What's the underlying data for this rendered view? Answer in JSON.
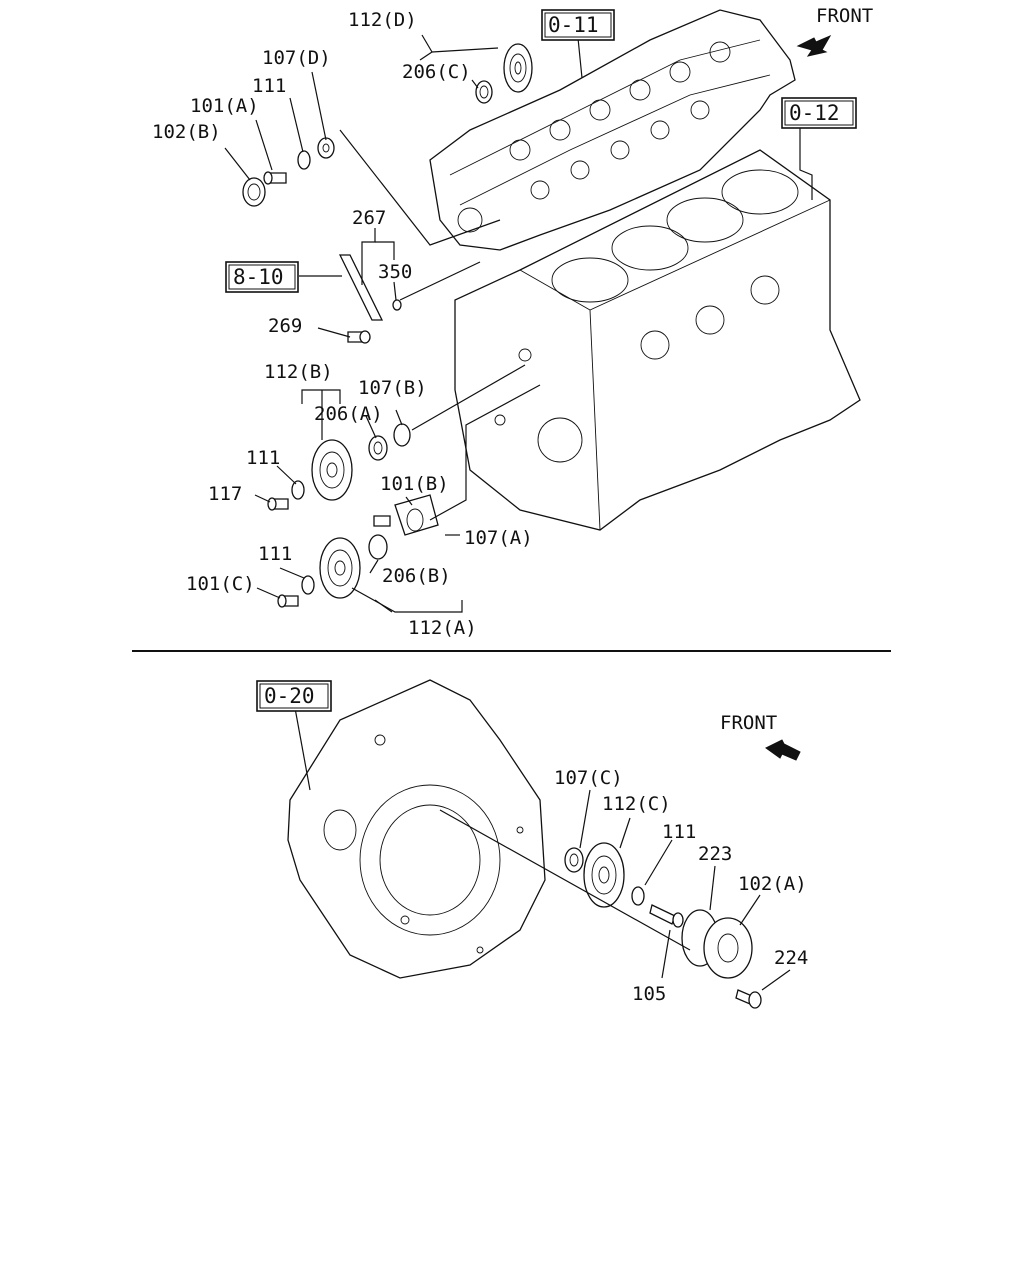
{
  "top_view": {
    "front_label": "FRONT",
    "ref_boxes": {
      "cyl_head": "0-11",
      "cyl_block": "0-12",
      "ref_8_10": "8-10"
    },
    "callouts": {
      "c_112d": "112(D)",
      "c_107d": "107(D)",
      "c_206c": "206(C)",
      "c_111_top": "111",
      "c_101a": "101(A)",
      "c_102b": "102(B)",
      "c_267": "267",
      "c_350": "350",
      "c_269": "269",
      "c_112b": "112(B)",
      "c_107b": "107(B)",
      "c_206a": "206(A)",
      "c_111_mid": "111",
      "c_117": "117",
      "c_101b": "101(B)",
      "c_107a": "107(A)",
      "c_111_low": "111",
      "c_101c": "101(C)",
      "c_206b": "206(B)",
      "c_112a": "112(A)"
    }
  },
  "bottom_view": {
    "front_label": "FRONT",
    "ref_boxes": {
      "flywheel_housing": "0-20"
    },
    "callouts": {
      "c_107c": "107(C)",
      "c_112c": "112(C)",
      "c_111": "111",
      "c_223": "223",
      "c_102a": "102(A)",
      "c_224": "224",
      "c_105": "105"
    }
  }
}
